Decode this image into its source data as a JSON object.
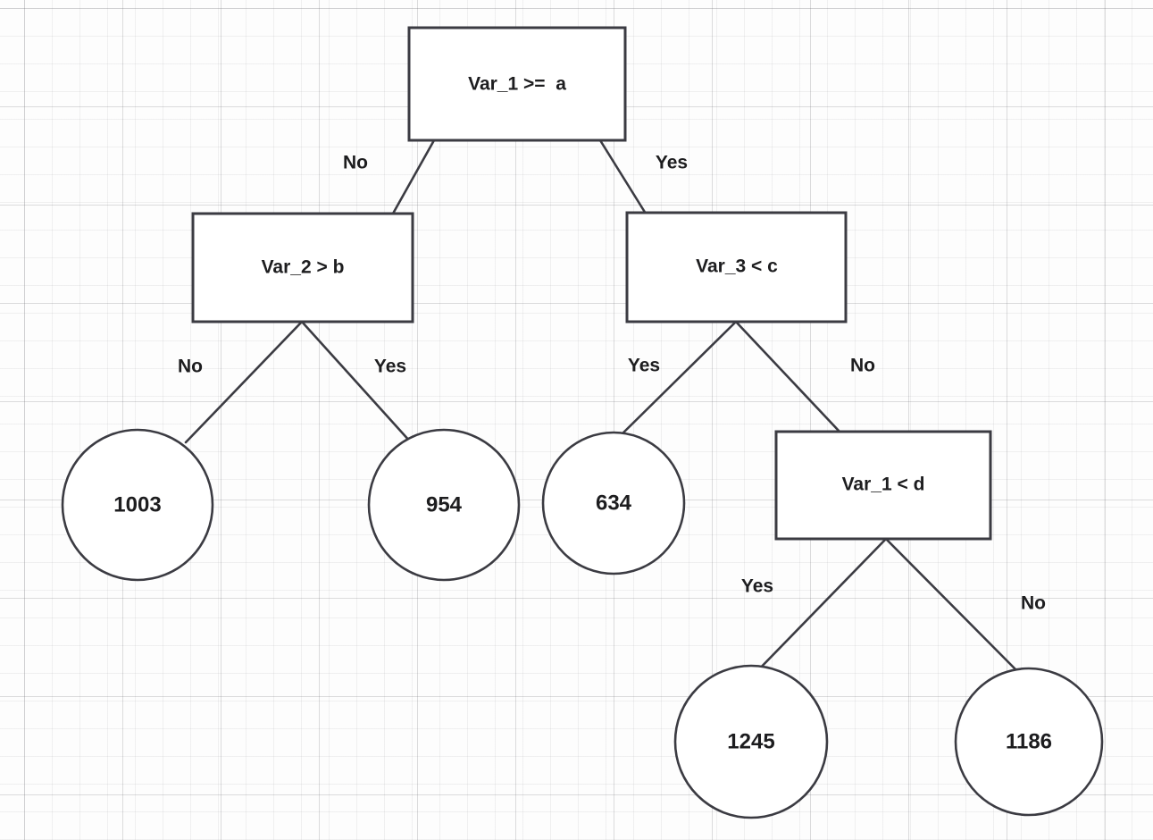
{
  "diagram": {
    "type": "decision-tree",
    "title": "",
    "background": "graph-paper-grid",
    "stroke_color": "#3b3b42",
    "fill_color": "#ffffff",
    "text_color": "#1d1d1f"
  },
  "nodes": {
    "root": {
      "label": "Var_1 >=  a",
      "shape": "rect"
    },
    "var2": {
      "label": "Var_2 > b",
      "shape": "rect"
    },
    "var3": {
      "label": "Var_3 < c",
      "shape": "rect"
    },
    "var1d": {
      "label": "Var_1 < d",
      "shape": "rect"
    },
    "leaf_1003": {
      "label": "1003",
      "shape": "circle"
    },
    "leaf_954": {
      "label": "954",
      "shape": "circle"
    },
    "leaf_634": {
      "label": "634",
      "shape": "circle"
    },
    "leaf_1245": {
      "label": "1245",
      "shape": "circle"
    },
    "leaf_1186": {
      "label": "1186",
      "shape": "circle"
    }
  },
  "edges": {
    "root_left": "No",
    "root_right": "Yes",
    "var2_left": "No",
    "var2_right": "Yes",
    "var3_left": "Yes",
    "var3_right": "No",
    "var1d_left": "Yes",
    "var1d_right": "No"
  }
}
